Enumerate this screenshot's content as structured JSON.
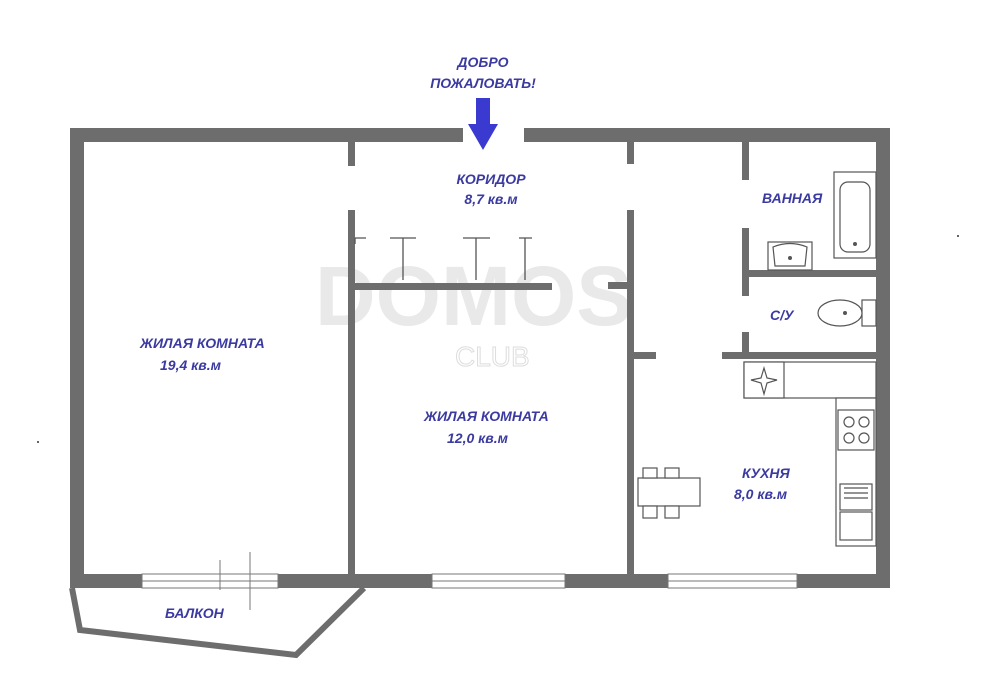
{
  "welcome": {
    "line1": "ДОБРО",
    "line2": "ПОЖАЛОВАТЬ!"
  },
  "rooms": {
    "corridor": {
      "name": "КОРИДОР",
      "area": "8,7 кв.м"
    },
    "bathroom": {
      "name": "ВАННАЯ"
    },
    "toilet": {
      "name": "С/У"
    },
    "living1": {
      "name": "ЖИЛАЯ КОМНАТА",
      "area": "19,4 кв.м"
    },
    "living2": {
      "name": "ЖИЛАЯ КОМНАТА",
      "area": "12,0 кв.м"
    },
    "kitchen": {
      "name": "КУХНЯ",
      "area": "8,0 кв.м"
    },
    "balcony": {
      "name": "БАЛКОН"
    }
  },
  "watermark": {
    "text": "DOMOS",
    "sub": "CLUB"
  },
  "colors": {
    "wall": "#6d6d6d",
    "label": "#3a3aa0",
    "arrow": "#3a3ad0"
  }
}
